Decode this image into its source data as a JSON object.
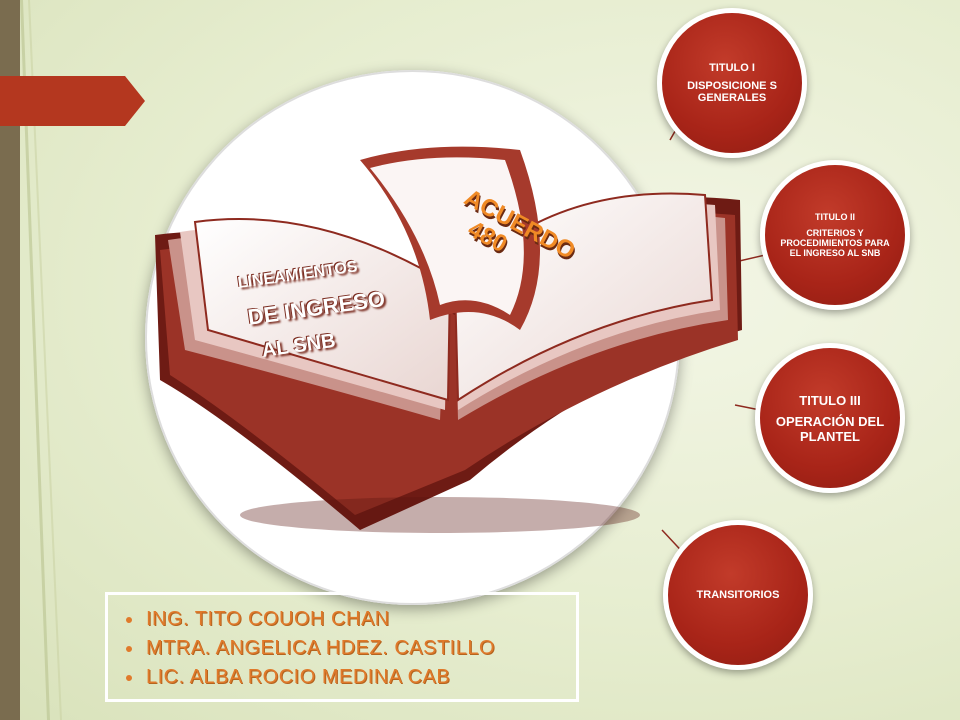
{
  "book": {
    "left_page_lines": [
      "LINEAMIENTOS",
      "DE INGRESO",
      "AL SNB"
    ],
    "right_page_lines": [
      "ACUERDO",
      "480"
    ]
  },
  "nodes": [
    {
      "title": "TITULO I",
      "subtitle": "DISPOSICIONE S GENERALES"
    },
    {
      "title": "TITULO II",
      "subtitle": "CRITERIOS Y PROCEDIMIENTOS PARA EL INGRESO AL SNB"
    },
    {
      "title": "TITULO III",
      "subtitle": "OPERACIÓN DEL PLANTEL"
    },
    {
      "title": "TRANSITORIOS",
      "subtitle": ""
    }
  ],
  "authors": [
    "ING. TITO COUOH CHAN",
    "MTRA. ANGELICA HDEZ. CASTILLO",
    "LIC. ALBA ROCIO MEDINA CAB"
  ],
  "colors": {
    "node_red": "#a82418",
    "accent_orange": "#e07a2b",
    "bar_brown": "#7a6c4f",
    "book_maroon": "#8e2a1f"
  }
}
